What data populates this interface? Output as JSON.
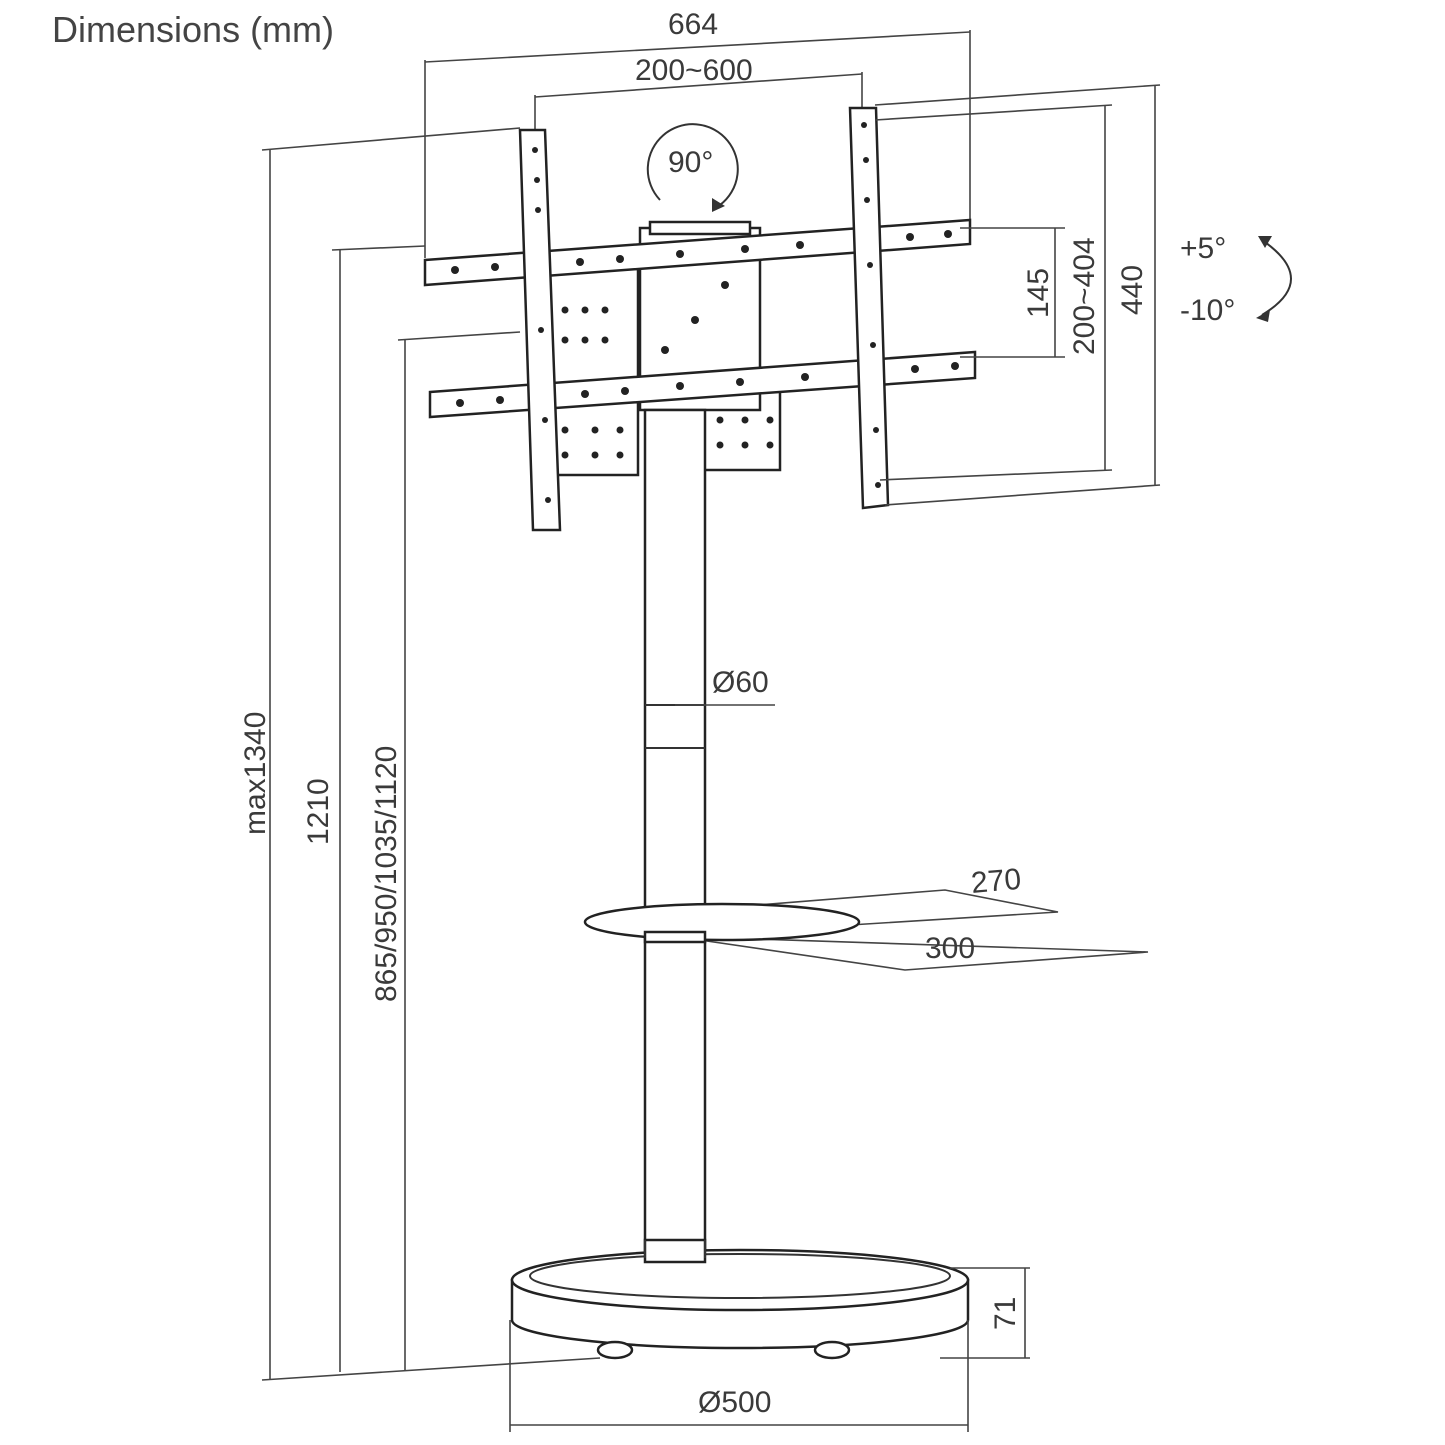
{
  "title": "Dimensions (mm)",
  "labels": {
    "width_overall": "664",
    "width_vesa": "200~600",
    "rotation": "90°",
    "arm_spacing": "145",
    "height_vesa": "200~404",
    "height_overall": "440",
    "tilt_up": "+5°",
    "tilt_down": "-10°",
    "pole_diameter": "Ø60",
    "max_height": "max1340",
    "height_1210": "1210",
    "height_options": "865/950/1035/1120",
    "shelf_depth": "270",
    "shelf_width": "300",
    "base_height": "71",
    "base_diameter": "Ø500"
  }
}
